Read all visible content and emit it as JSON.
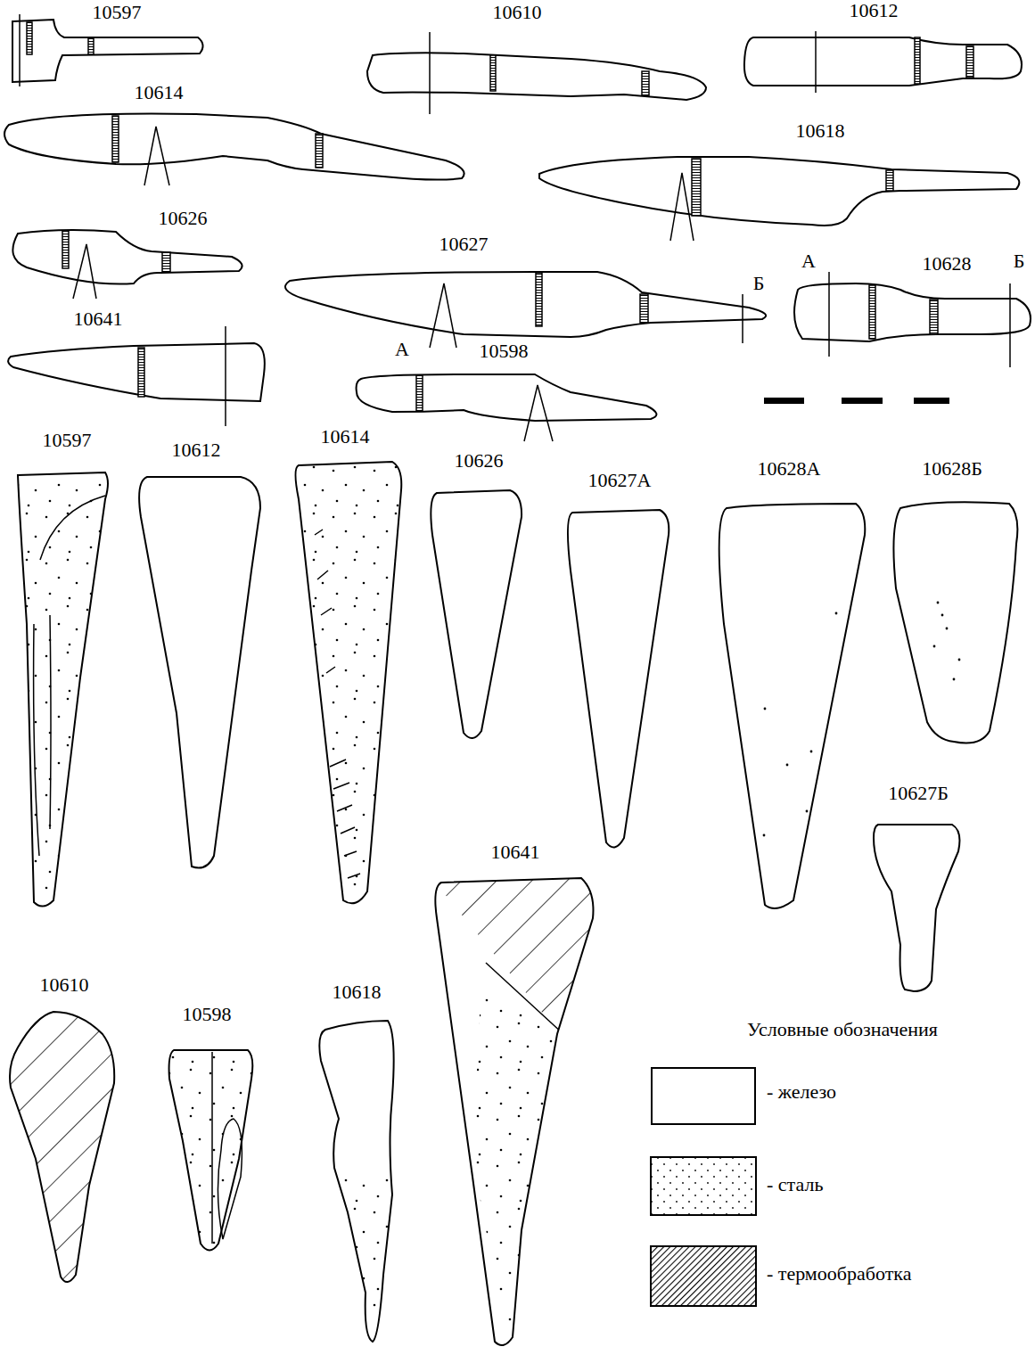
{
  "diagram": {
    "labels": [
      "10597",
      "10610",
      "10612",
      "10614",
      "10618",
      "10626",
      "10627",
      "Б",
      "А",
      "10628",
      "Б",
      "10641",
      "А",
      "10598",
      "10597",
      "10612",
      "10614",
      "10626",
      "10627А",
      "10628А",
      "10628Б",
      "10627Б",
      "10641",
      "10610",
      "10598",
      "10618",
      "Условные обозначения"
    ],
    "legend": [
      {
        "text": "- железо",
        "color": "#ffffff"
      },
      {
        "text": "- сталь"
      },
      {
        "text": "- термообработка"
      }
    ]
  }
}
